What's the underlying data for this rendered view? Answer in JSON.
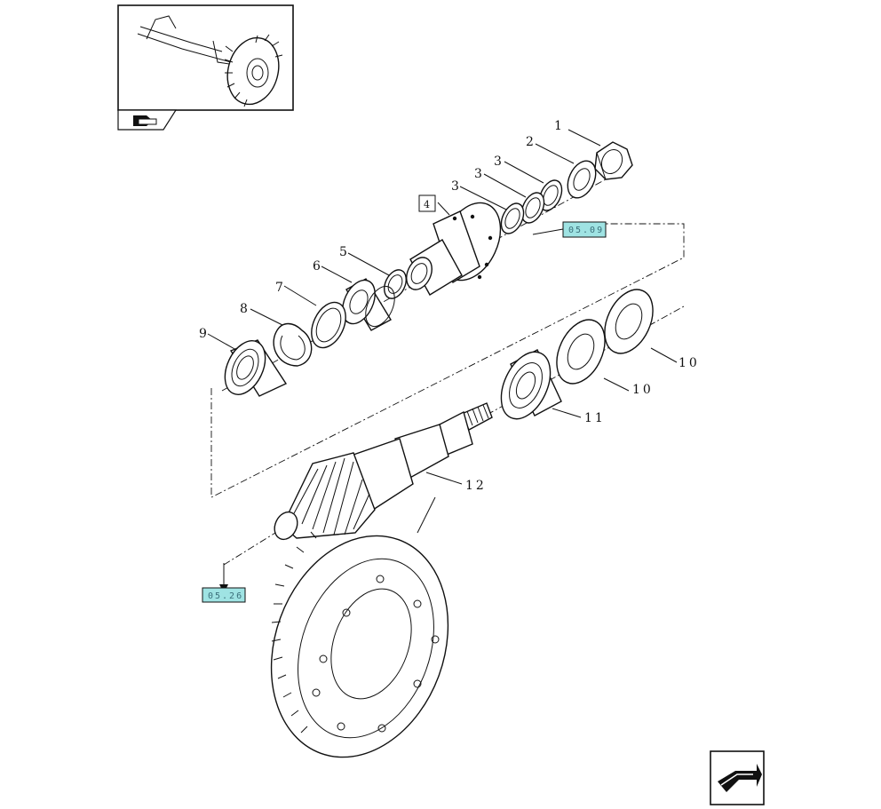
{
  "callouts": [
    {
      "id": "c1",
      "label": "1"
    },
    {
      "id": "c2",
      "label": "2"
    },
    {
      "id": "c3a",
      "label": "3"
    },
    {
      "id": "c3b",
      "label": "3"
    },
    {
      "id": "c3c",
      "label": "3"
    },
    {
      "id": "c4",
      "label": "4"
    },
    {
      "id": "c5",
      "label": "5"
    },
    {
      "id": "c6",
      "label": "6"
    },
    {
      "id": "c7",
      "label": "7"
    },
    {
      "id": "c8",
      "label": "8"
    },
    {
      "id": "c9",
      "label": "9"
    },
    {
      "id": "c10a",
      "label": "10"
    },
    {
      "id": "c10b",
      "label": "10"
    },
    {
      "id": "c11",
      "label": "11"
    },
    {
      "id": "c12",
      "label": "12"
    }
  ],
  "references": {
    "ref_upper": "05.09",
    "ref_lower": "05.26"
  },
  "colors": {
    "ref_fill": "#9fe3e3",
    "ink": "#111111"
  },
  "icons": {
    "thumbnail": "tractor-wheel-thumbnail",
    "nav_prev": "book-arrow-icon",
    "nav_next": "next-page-arrow-icon"
  }
}
